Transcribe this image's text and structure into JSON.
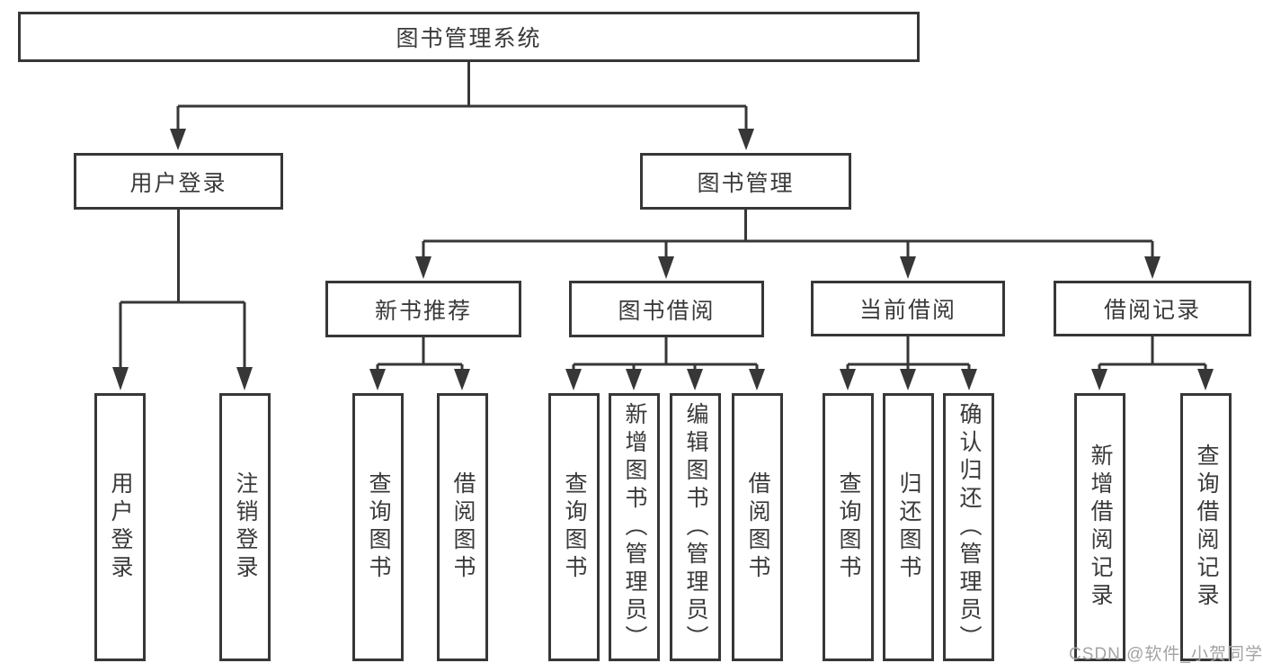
{
  "diagram": {
    "title": "图书管理系统",
    "root": "图书管理系统",
    "level1": [
      "用户登录",
      "图书管理"
    ],
    "level2": [
      "新书推荐",
      "图书借阅",
      "当前借阅",
      "借阅记录"
    ],
    "leaves": {
      "user_login": [
        "用户登录",
        "注销登录"
      ],
      "new_book_recommend": [
        "查询图书",
        "借阅图书"
      ],
      "book_borrow": [
        "查询图书",
        "新增图书（管理员）",
        "编辑图书（管理员）",
        "借阅图书"
      ],
      "current_borrow": [
        "查询图书",
        "归还图书",
        "确认归还（管理员）"
      ],
      "borrow_records": [
        "新增借阅记录",
        "查询借阅记录"
      ]
    }
  },
  "watermark": "CSDN @软件_小贺同学",
  "colors": {
    "line": "#373737",
    "box_border": "#373737",
    "text": "#3a3a3a",
    "watermark": "#a3a3a3",
    "background": "#ffffff"
  }
}
